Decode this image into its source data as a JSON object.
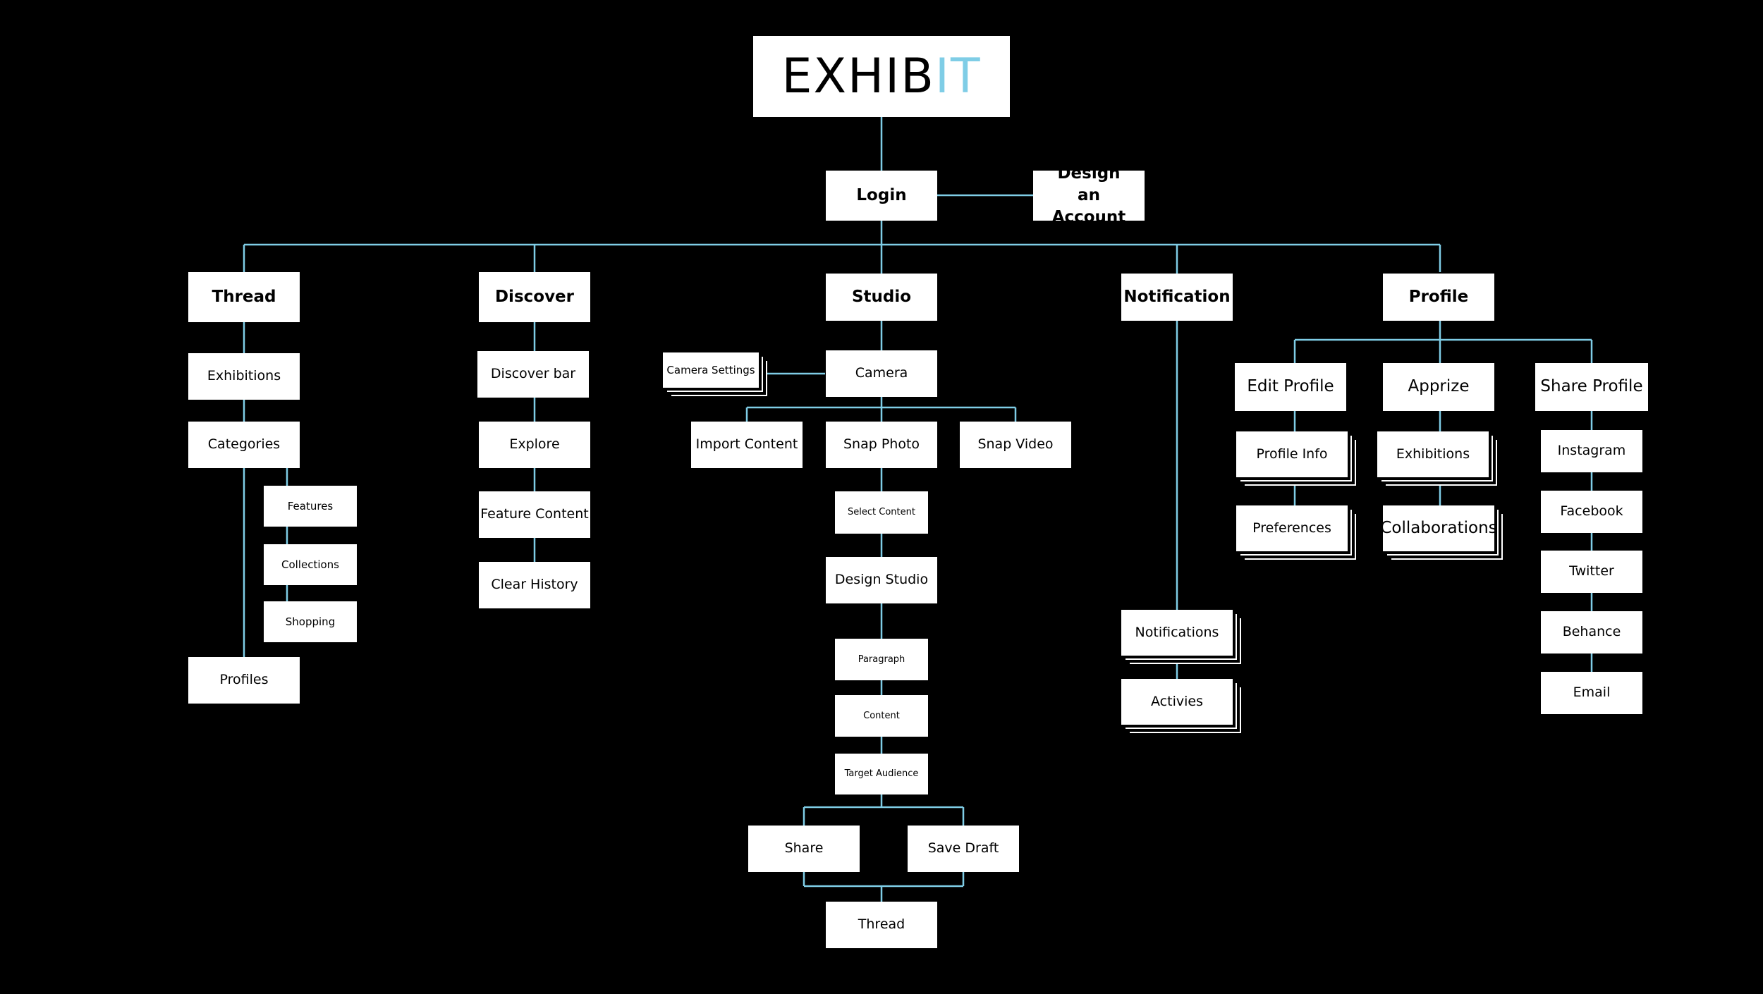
{
  "logo": {
    "part1": "EXHIB",
    "part2": "IT"
  },
  "colors": {
    "background": "#000000",
    "line": "#7fcde6",
    "box": "#ffffff",
    "accent": "#7fcde6"
  },
  "nodes": {
    "login": "Login",
    "design_account": "Design an Account",
    "thread": {
      "title": "Thread",
      "exhibitions": "Exhibitions",
      "categories": "Categories",
      "features": "Features",
      "collections": "Collections",
      "shopping": "Shopping",
      "profiles": "Profiles"
    },
    "discover": {
      "title": "Discover",
      "discover_bar": "Discover bar",
      "explore": "Explore",
      "feature_content": "Feature Content",
      "clear_history": "Clear History"
    },
    "studio": {
      "title": "Studio",
      "camera_settings": "Camera Settings",
      "camera": "Camera",
      "import_content": "Import Content",
      "snap_photo": "Snap Photo",
      "snap_video": "Snap Video",
      "select_content": "Select Content",
      "design_studio": "Design Studio",
      "paragraph": "Paragraph",
      "content": "Content",
      "target_audience": "Target Audience",
      "share": "Share",
      "save_draft": "Save Draft",
      "thread": "Thread"
    },
    "notification": {
      "title": "Notification",
      "notifications": "Notifications",
      "activies": "Activies"
    },
    "profile": {
      "title": "Profile",
      "edit_profile": "Edit Profile",
      "profile_info": "Profile Info",
      "preferences": "Preferences",
      "apprize": "Apprize",
      "exhibitions": "Exhibitions",
      "collaborations": "Collaborations",
      "share_profile": "Share Profile",
      "instagram": "Instagram",
      "facebook": "Facebook",
      "twitter": "Twitter",
      "behance": "Behance",
      "email": "Email"
    }
  }
}
